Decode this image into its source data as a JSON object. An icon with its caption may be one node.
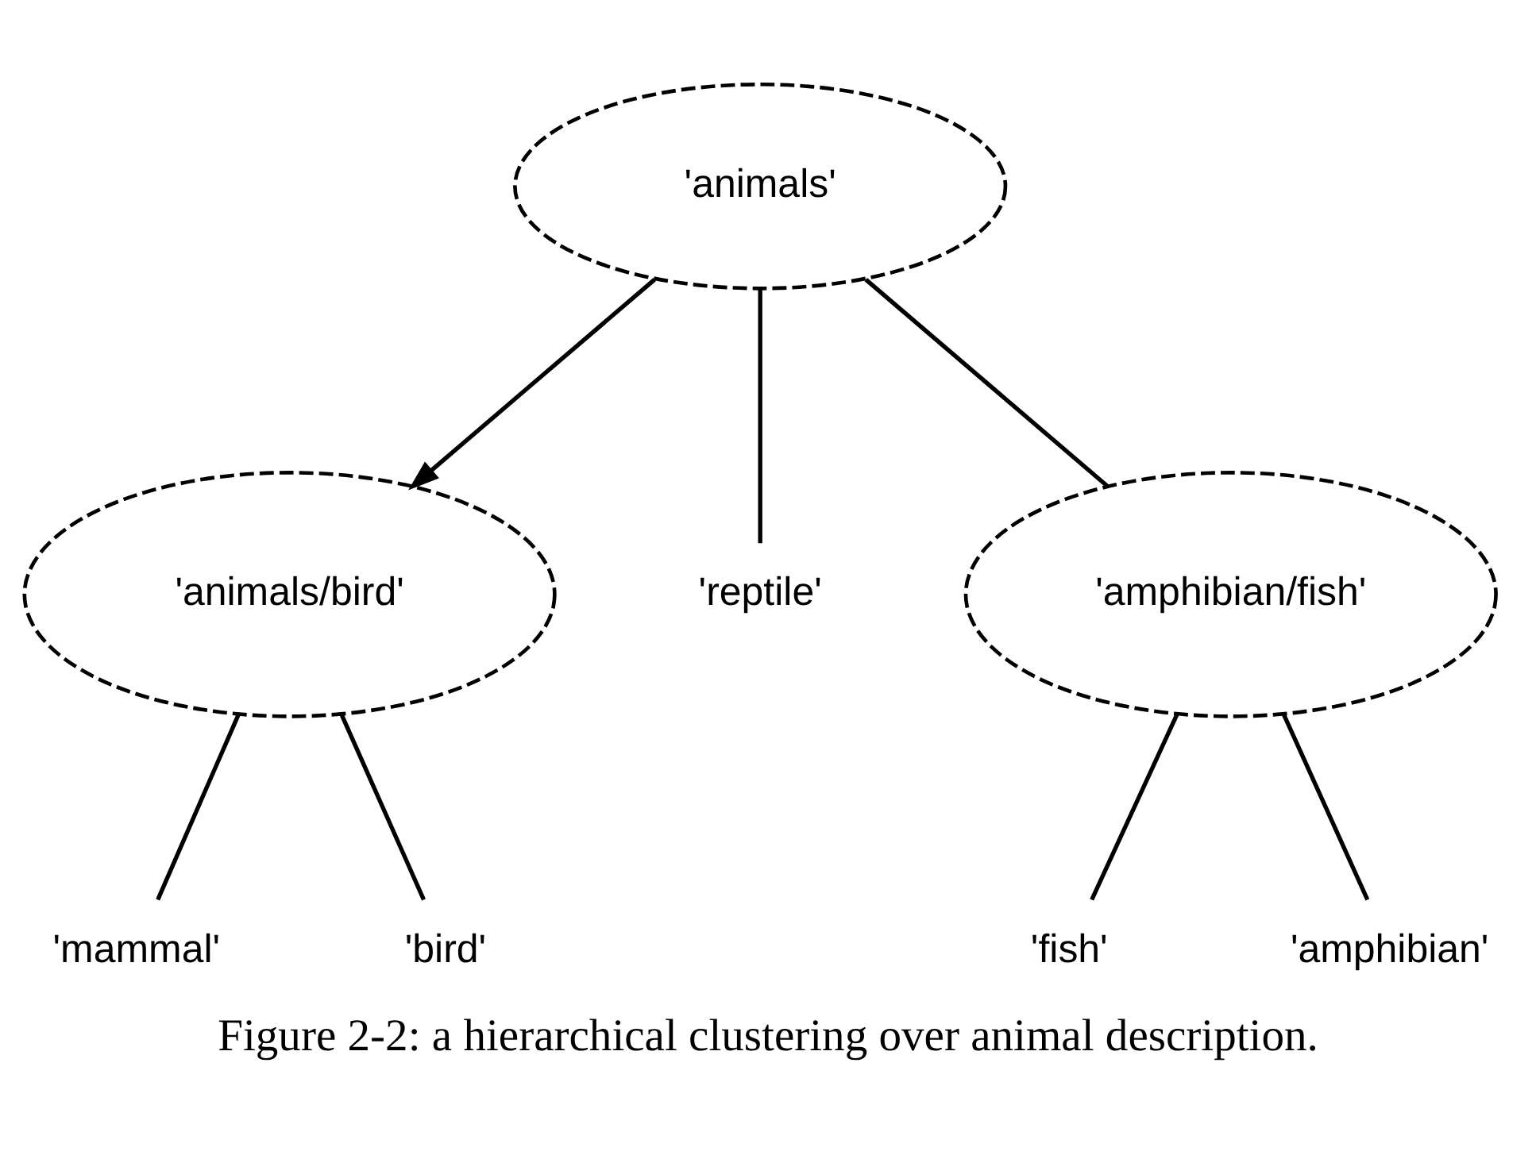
{
  "diagram": {
    "caption": "Figure 2-2: a hierarchical clustering over animal description.",
    "nodes": [
      {
        "text": [
          "'animals'"
        ]
      },
      {
        "text": [
          "'animals/bird'"
        ]
      },
      {
        "text": [
          "'reptile'"
        ]
      },
      {
        "text": [
          "'amphibian/fish'"
        ]
      },
      {
        "text": [
          "'mammal'"
        ]
      },
      {
        "text": [
          "'bird'"
        ]
      },
      {
        "text": [
          "'fish'"
        ]
      },
      {
        "text": [
          "'amphibian'"
        ]
      }
    ],
    "edges": [
      {
        "from": 0,
        "to": 1,
        "arrow": "to"
      },
      {
        "from": 0,
        "to": 2,
        "arrow": "none"
      },
      {
        "from": 0,
        "to": 3,
        "arrow": "none"
      },
      {
        "from": 1,
        "to": 4,
        "arrow": "none"
      },
      {
        "from": 1,
        "to": 5,
        "arrow": "none"
      },
      {
        "from": 3,
        "to": 6,
        "arrow": "none"
      },
      {
        "from": 3,
        "to": 7,
        "arrow": "none"
      }
    ]
  }
}
